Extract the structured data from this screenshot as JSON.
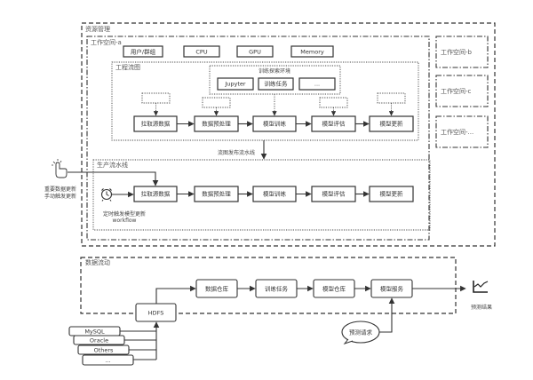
{
  "resource_management": {
    "title": "资源管理",
    "workspace_a": {
      "title": "工作空间-a",
      "resources": [
        "用户/群组",
        "CPU",
        "GPU",
        "Memory"
      ],
      "engineering_flow": {
        "title": "工程流图",
        "training_env": {
          "title": "训练探索环境",
          "items": [
            "Jupyter",
            "训练任务",
            "..."
          ]
        },
        "steps": [
          "拉取源数据",
          "数据预处理",
          "模型训练",
          "模型评估",
          "模型更新"
        ]
      },
      "publish_label": "流图发布流水线",
      "production_pipeline": {
        "title": "生产流水线",
        "steps": [
          "拉取源数据",
          "数据预处理",
          "模型训练",
          "模型评估",
          "模型更新"
        ],
        "timer_label": "定时触发模型更新",
        "timer_sublabel": "workflow"
      }
    },
    "other_workspaces": [
      "工作空间-b",
      "工作空间-c",
      "工作空间-..."
    ]
  },
  "manual_trigger": {
    "line1": "重要数据更新",
    "line2": "手动触发更新"
  },
  "data_flow": {
    "title": "数据流动",
    "hdfs": "HDFS",
    "steps": [
      "数据仓库",
      "训练任务",
      "模型仓库",
      "模型服务"
    ],
    "sources": [
      "MySQL",
      "Oracle",
      "Others",
      "..."
    ],
    "request_label": "预测请求",
    "result_label": "预测结果"
  }
}
